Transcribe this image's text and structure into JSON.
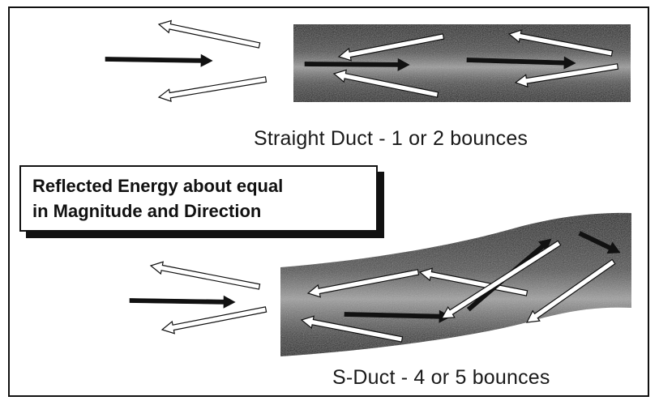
{
  "diagram": {
    "straight_caption": "Straight Duct - 1 or 2 bounces",
    "s_duct_caption": "S-Duct - 4 or 5 bounces",
    "callout_line1": "Reflected Energy about equal",
    "callout_line2": "in Magnitude and Direction"
  },
  "colors": {
    "duct_fill": "#1e1e1e",
    "incident_arrow": "#111111",
    "reflected_arrow": "#ffffff",
    "outline": "#111111"
  }
}
